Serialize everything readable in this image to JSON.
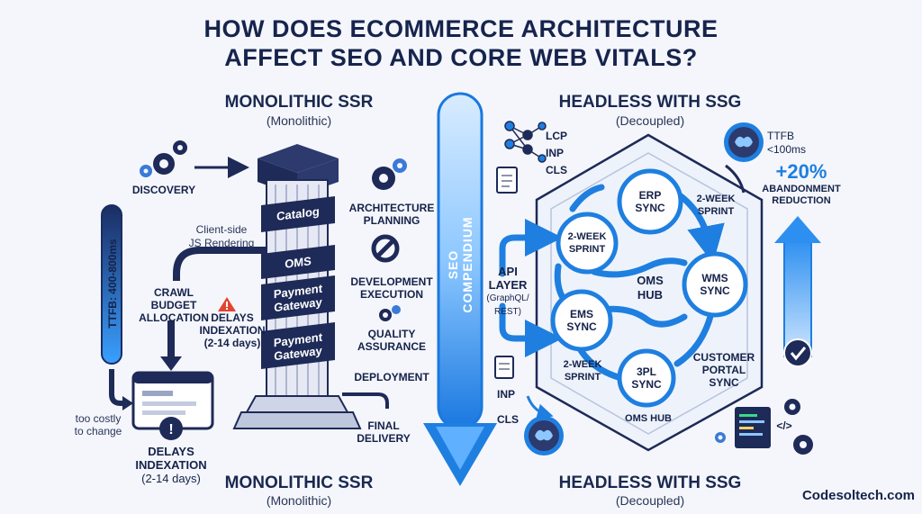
{
  "title": {
    "line1": "HOW DOES ECOMMERCE ARCHITECTURE",
    "line2": "AFFECT SEO AND CORE WEB VITALS?"
  },
  "left": {
    "heading": "MONOLITHIC SSR",
    "subheading": "(Monolithic)",
    "footer_heading": "MONOLITHIC SSR",
    "footer_sub": "(Monolithic)",
    "discovery": "DISCOVERY",
    "ttfb": "TTFB: 400-800ms",
    "client_side": "Client-side",
    "js_rendering": "JS Rendering",
    "crawl": [
      "CRAWL",
      "BUDGET",
      "ALLOCATION"
    ],
    "delays_mid": [
      "DELAYS",
      "INDEXATION",
      "(2-14 days)"
    ],
    "too_costly": [
      "too costly",
      "to change"
    ],
    "delays_bottom": [
      "DELAYS",
      "INDEXATION",
      "(2-14 days)"
    ],
    "column_segments": [
      "Catalog",
      "OMS",
      "Payment",
      "Gateway",
      "Payment",
      "Gateway"
    ],
    "steps": [
      "ARCHITECTURE",
      "PLANNING",
      "DEVELOPMENT",
      "EXECUTION",
      "QUALITY",
      "ASSURANCE",
      "DEPLOYMENT",
      "FINAL",
      "DELIVERY"
    ]
  },
  "center": {
    "label": "SEO COMPENDIUM"
  },
  "right": {
    "heading": "HEADLESS WITH SSG",
    "subheading": "(Decoupled)",
    "footer_heading": "HEADLESS WITH SSG",
    "footer_sub": "(Decoupled)",
    "vitals_top": [
      "LCP",
      "INP",
      "CLS"
    ],
    "vitals_bottom": [
      "INP",
      "CLS"
    ],
    "ttfb": [
      "TTFB",
      "<100ms"
    ],
    "abandonment": {
      "value": "+20%",
      "label1": "ABANDONMENT",
      "label2": "REDUCTION"
    },
    "api_layer": [
      "API",
      "LAYER",
      "(GraphQL/",
      "REST)"
    ],
    "hub": [
      "OMS",
      "HUB"
    ],
    "nodes": {
      "erp": [
        "ERP",
        "SYNC"
      ],
      "wms": [
        "WMS",
        "SYNC"
      ],
      "tpl": [
        "3PL",
        "SYNC"
      ],
      "ems": [
        "EMS",
        "SYNC"
      ],
      "sprint_left": [
        "2-WEEK",
        "SPRINT"
      ]
    },
    "sprint_top": [
      "2-WEEK",
      "SPRINT"
    ],
    "sprint_bottom": [
      "2-WEEK",
      "SPRINT"
    ],
    "customer_portal": [
      "CUSTOMER",
      "PORTAL",
      "SYNC"
    ],
    "oms_hub_bottom": "OMS HUB",
    "code_tag": "</>"
  },
  "brand": "Codesoltech.com",
  "colors": {
    "accent": "#1e7fe0",
    "navy": "#1e2a57",
    "warning": "#e2452f"
  }
}
